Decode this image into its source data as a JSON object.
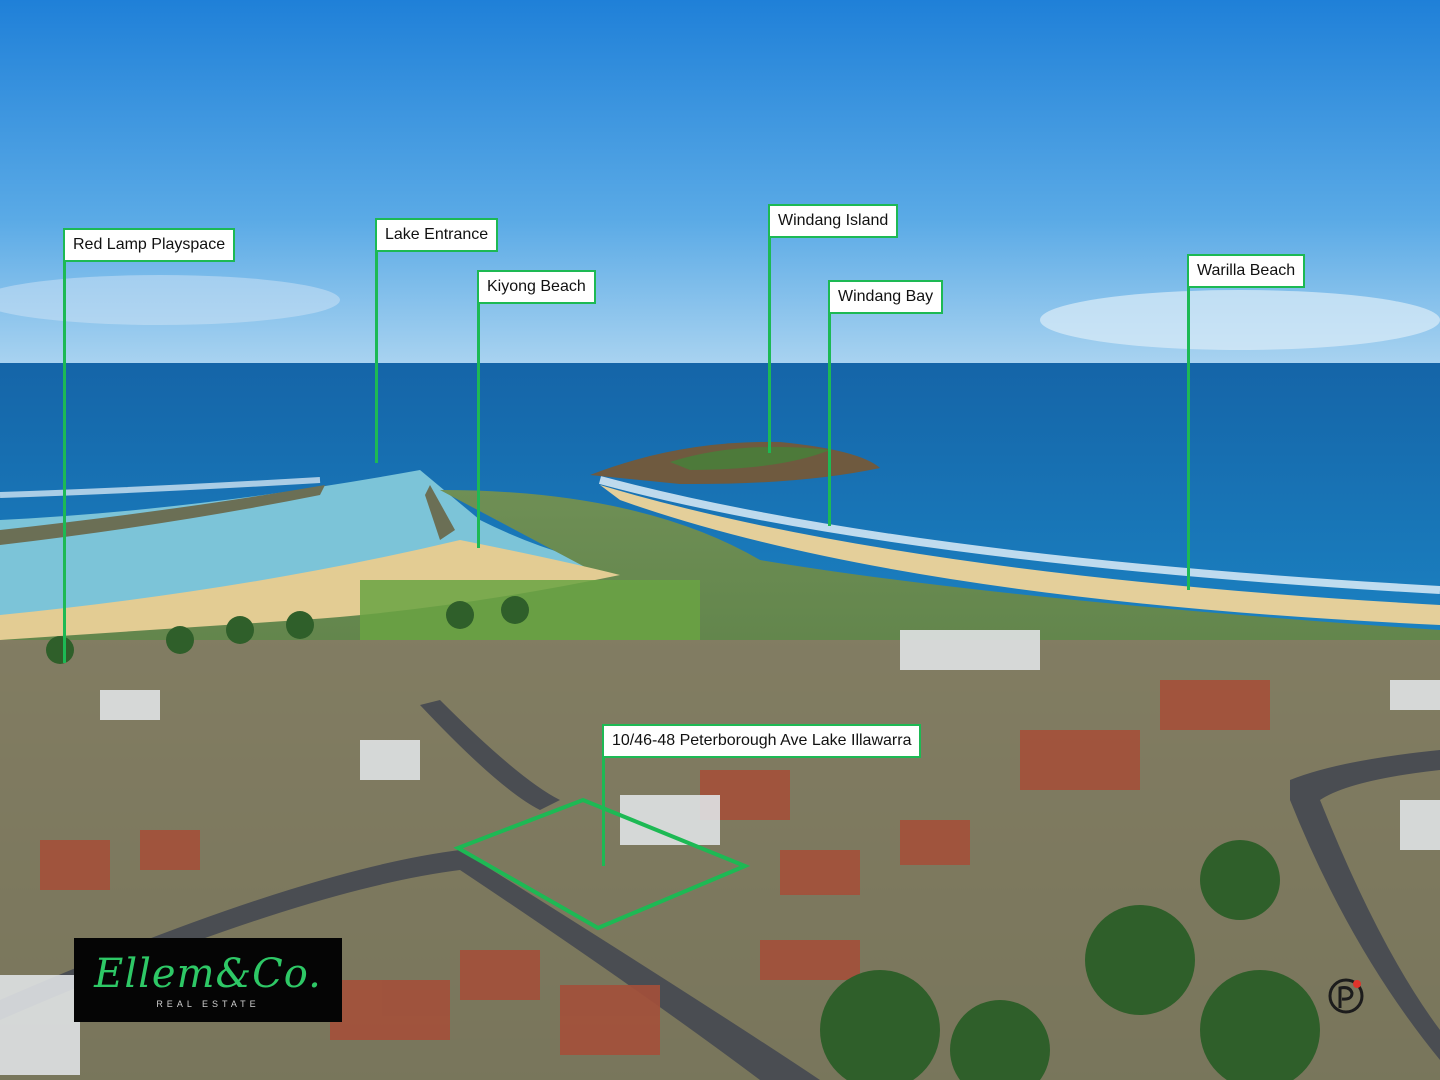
{
  "labels": {
    "red_lamp": "Red Lamp Playspace",
    "lake_entrance": "Lake Entrance",
    "kiyong_beach": "Kiyong Beach",
    "windang_island": "Windang Island",
    "windang_bay": "Windang Bay",
    "warilla_beach": "Warilla Beach",
    "property": "10/46-48 Peterborough Ave Lake Illawarra"
  },
  "logo": {
    "brand": "Ellem&Co.",
    "tagline": "REAL ESTATE"
  },
  "watermark_icon": "p-logo-icon",
  "colors": {
    "accent": "#1db954",
    "sky": "#2e8fd8",
    "ocean": "#1f74b8",
    "land": "#4f8b3a"
  }
}
